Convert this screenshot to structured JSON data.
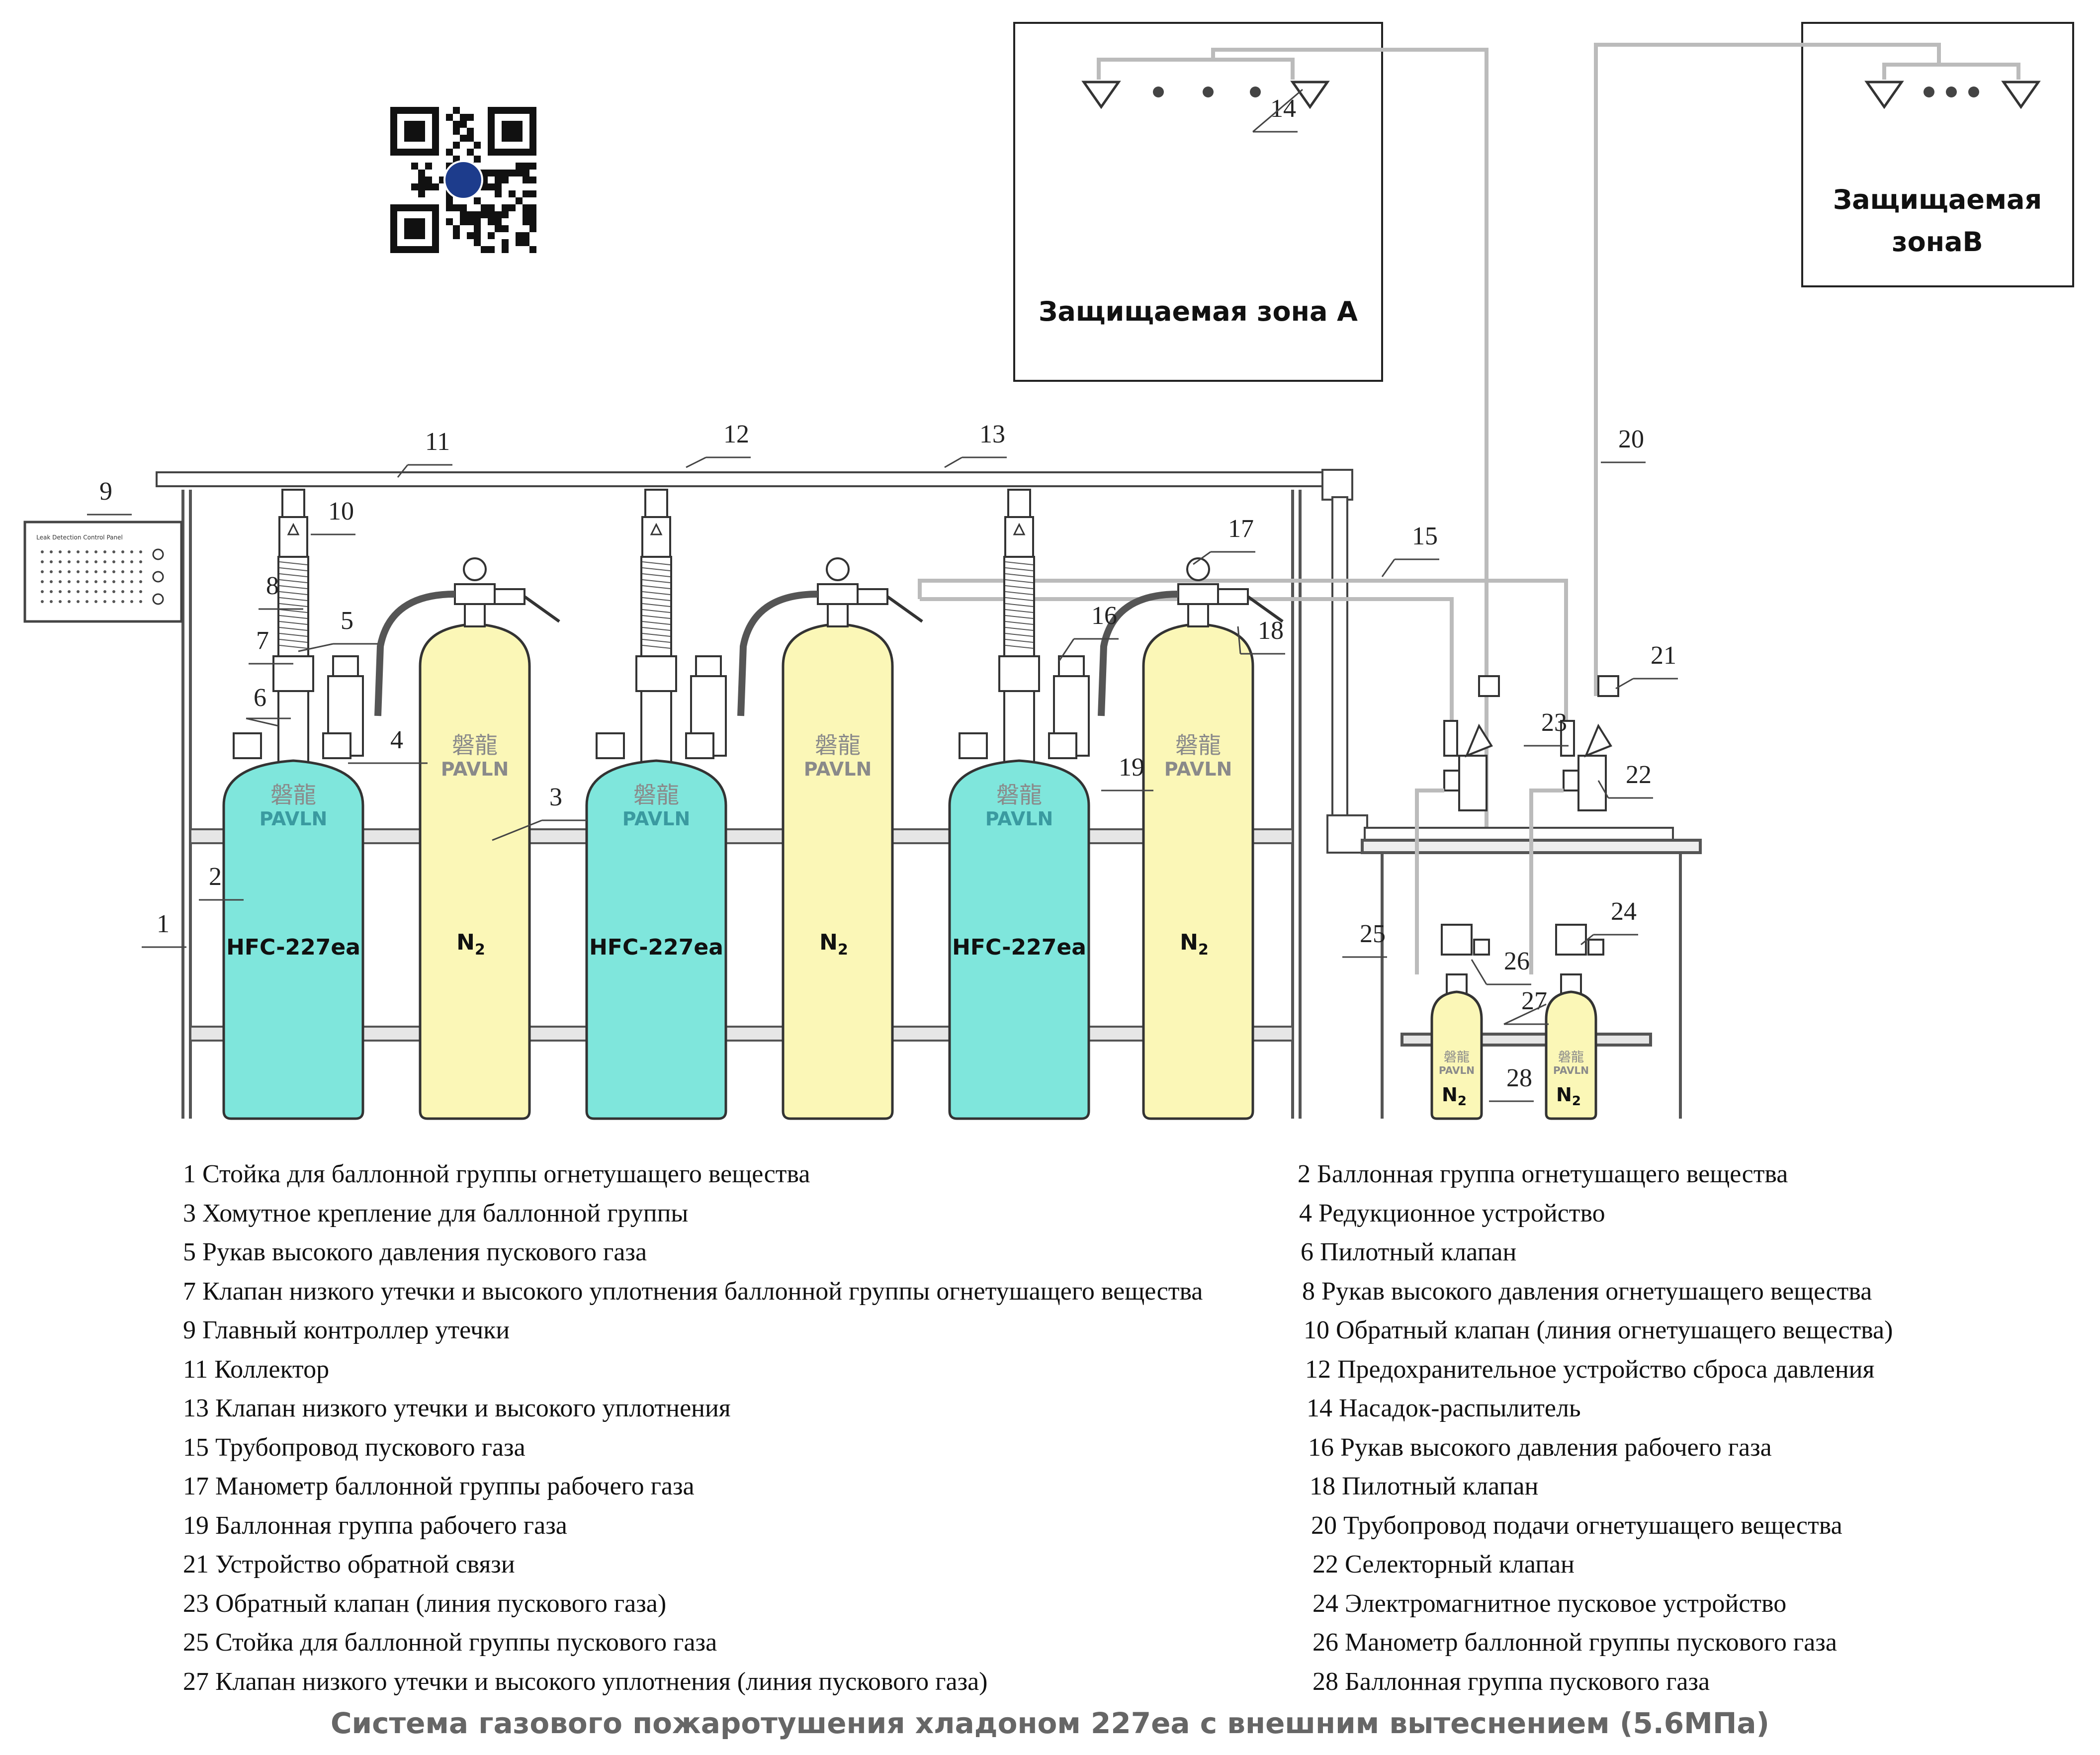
{
  "zones": {
    "zone_a": "Защищаемая зона А",
    "zone_b_line1": "Защищаемая",
    "zone_b_line2": "зонаB"
  },
  "cylinders": {
    "agent_label": "HFC-227ea",
    "gas_label": "N",
    "gas_sub": "2",
    "brand_cn": "磐龍",
    "brand_en": "PAVLN"
  },
  "panel": {
    "title": "Leak Detection Control Panel"
  },
  "callouts": [
    "1",
    "2",
    "3",
    "4",
    "5",
    "6",
    "7",
    "8",
    "9",
    "10",
    "11",
    "12",
    "13",
    "14",
    "15",
    "16",
    "17",
    "18",
    "19",
    "20",
    "21",
    "22",
    "23",
    "24",
    "25",
    "26",
    "27",
    "28"
  ],
  "legend": {
    "left": [
      "1 Стойка для баллонной группы огнетушащего вещества",
      "3 Хомутное крепление для баллонной группы",
      "5 Рукав высокого давления пускового газа",
      "7 Клапан низкого утечки и высокого уплотнения баллонной группы огнетушащего вещества",
      "9 Главный контроллер утечки",
      "11 Коллектор",
      "13 Клапан низкого утечки и высокого уплотнения",
      "15 Трубопровод пускового газа",
      "17 Манометр баллонной группы рабочего газа",
      "19 Баллонная группа рабочего газа",
      "21 Устройство обратной связи",
      "23 Обратный клапан (линия пускового газа)",
      "25 Стойка для баллонной группы пускового газа",
      "27 Клапан низкого утечки и высокого уплотнения (линия пускового газа)"
    ],
    "right": [
      "2 Баллонная группа огнетушащего вещества",
      "4 Редукционное устройство",
      "6 Пилотный клапан",
      "8 Рукав высокого давления огнетушащего вещества",
      "10 Обратный клапан (линия огнетушащего вещества)",
      "12 Предохранительное устройство сброса давления",
      "14 Насадок-распылитель",
      "16 Рукав высокого давления рабочего газа",
      "18 Пилотный клапан",
      "20 Трубопровод подачи огнетушащего вещества",
      "22 Селекторный клапан",
      "24 Электромагнитное пусковое устройство",
      "26 Манометр баллонной группы пускового газа",
      "28 Баллонная группа пускового газа"
    ]
  },
  "caption": "Система газового пожаротушения хладоном 227ea с внешним вытеснением (5.6МПа)",
  "colors": {
    "agent_cylinder": "#7fe6dc",
    "gas_cylinder": "#fbf7b7",
    "line": "#333333",
    "pipe": "#c8c8c8",
    "brand": "#8a8a8a",
    "brand_blue": "#3a9aa0"
  }
}
